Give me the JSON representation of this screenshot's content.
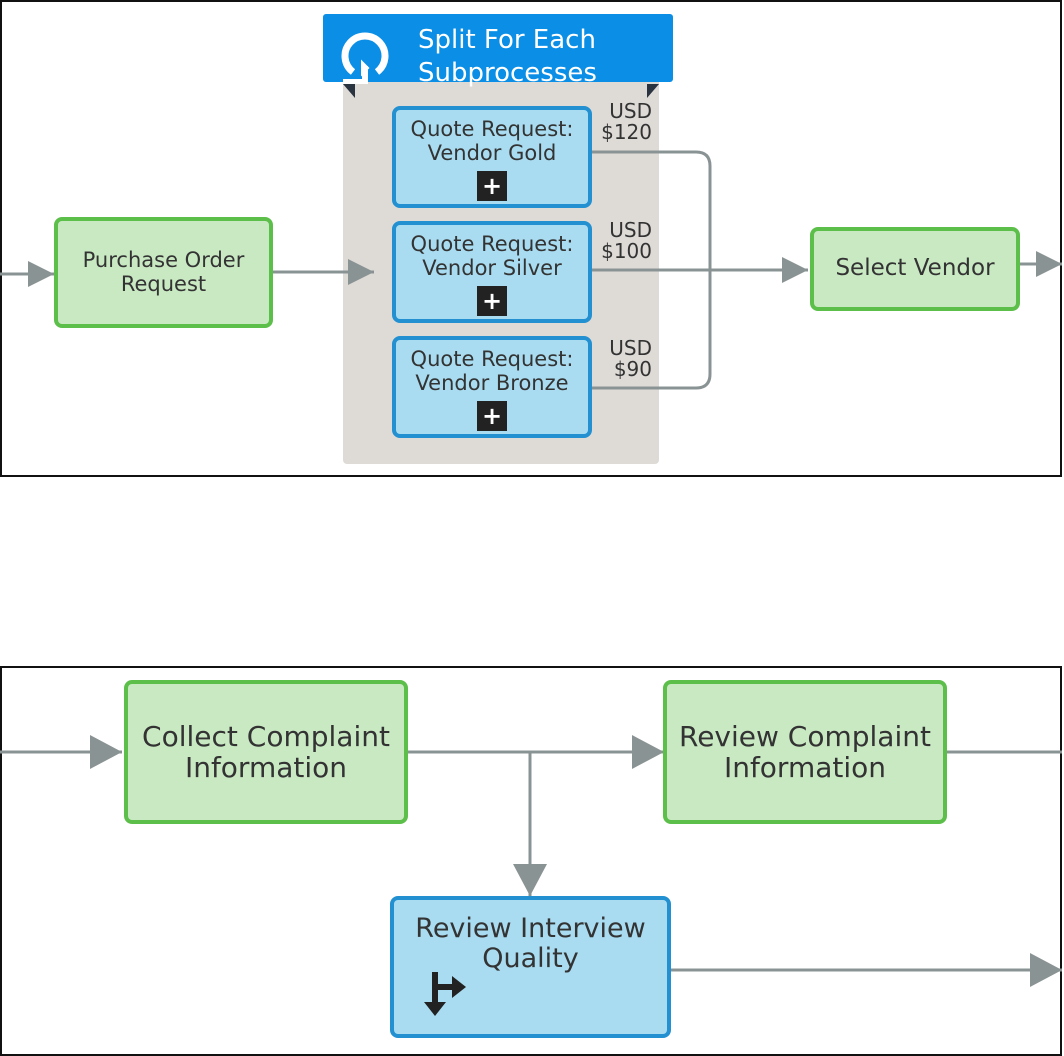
{
  "diagram_top": {
    "split": {
      "title": "Split For Each\nSubprocesses",
      "icon": "loop-arrow-icon"
    },
    "start_task": "Purchase Order\nRequest",
    "subprocesses": [
      {
        "label": "Quote Request:\nVendor Gold",
        "price": "USD\n$120",
        "icon": "plus-icon"
      },
      {
        "label": "Quote Request:\nVendor Silver",
        "price": "USD\n$100",
        "icon": "plus-icon"
      },
      {
        "label": "Quote Request:\nVendor Bronze",
        "price": "USD\n$90",
        "icon": "plus-icon"
      }
    ],
    "end_task": "Select Vendor"
  },
  "diagram_bottom": {
    "collect_task": "Collect Complaint\nInformation",
    "review_task": "Review Complaint\nInformation",
    "interview_task": "Review Interview\nQuality",
    "interview_icon": "routing-icon"
  },
  "colors": {
    "green_fill": "#c9e9c3",
    "green_border": "#5cbf4a",
    "blue_fill": "#a9dcf0",
    "blue_border": "#2391d1",
    "split_header": "#0a8ee6",
    "split_body": "#dedbd7",
    "connector": "#8a9394"
  }
}
